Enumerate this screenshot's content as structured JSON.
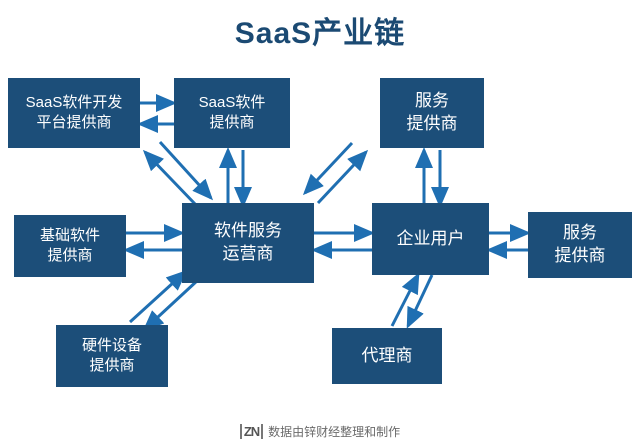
{
  "page": {
    "title": "SaaS产业链",
    "footer_logo": "ZN",
    "footer_text": "数据由锌财经整理和制作",
    "accent_color": "#1c4e79",
    "title_color": "#1b4a73",
    "background": "#ffffff"
  },
  "nodes": [
    {
      "id": "platform",
      "line1": "SaaS软件开发",
      "line2": "平台提供商"
    },
    {
      "id": "saas",
      "line1": "SaaS软件",
      "line2": "提供商"
    },
    {
      "id": "service_top",
      "line1": "服务",
      "line2": "提供商"
    },
    {
      "id": "basic",
      "line1": "基础软件",
      "line2": "提供商"
    },
    {
      "id": "operator",
      "line1": "软件服务",
      "line2": "运营商"
    },
    {
      "id": "enterprise",
      "line1": "企业用户",
      "line2": ""
    },
    {
      "id": "service_right",
      "line1": "服务",
      "line2": "提供商"
    },
    {
      "id": "hardware",
      "line1": "硬件设备",
      "line2": "提供商"
    },
    {
      "id": "agent",
      "line1": "代理商",
      "line2": ""
    }
  ]
}
